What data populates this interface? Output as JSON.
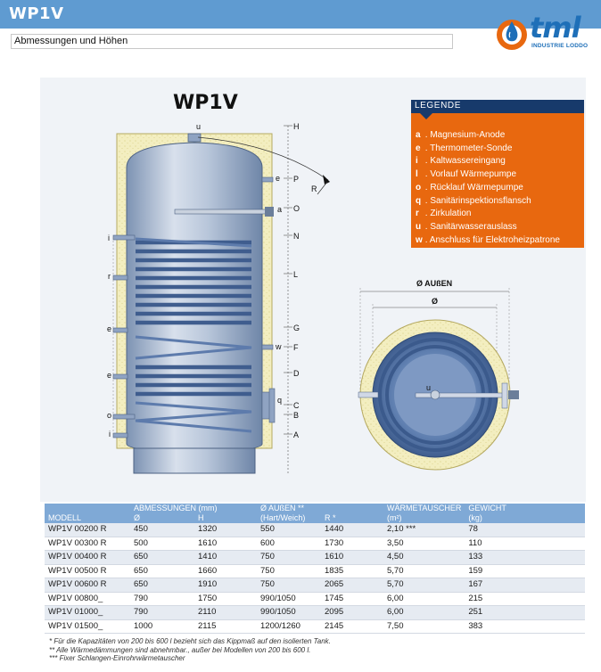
{
  "header": {
    "title": "WP1V",
    "subtitle": "Abmessungen und Höhen"
  },
  "logo": {
    "word": "tml",
    "tagline": "INDUSTRIE LODDO",
    "brand_color": "#1e6fb8",
    "accent_color": "#e8680f"
  },
  "diagram": {
    "title": "WP1V",
    "top_label": "u",
    "left_labels": [
      "i",
      "r",
      "e",
      "e",
      "o",
      "i"
    ],
    "right_port_labels": [
      "e",
      "a",
      "w",
      "q"
    ],
    "dim_labels": [
      "H",
      "P",
      "O",
      "N",
      "L",
      "G",
      "F",
      "D",
      "C",
      "B",
      "A"
    ],
    "arc_label": "R",
    "top_view": {
      "outer_label": "Ø AUßEN",
      "inner_label": "Ø",
      "center_label": "u"
    }
  },
  "legend": {
    "title": "LEGENDE",
    "items": [
      {
        "key": "a",
        "text": "Magnesium-Anode"
      },
      {
        "key": "e",
        "text": "Thermometer-Sonde"
      },
      {
        "key": "i",
        "text": "Kaltwassereingang"
      },
      {
        "key": "l",
        "text": "Vorlauf Wärmepumpe"
      },
      {
        "key": "o",
        "text": "Rücklauf Wärmepumpe"
      },
      {
        "key": "q",
        "text": "Sanitärinspektionsflansch"
      },
      {
        "key": "r",
        "text": "Zirkulation"
      },
      {
        "key": "u",
        "text": "Sanitärwasserauslass"
      },
      {
        "key": "w",
        "text": "Anschluss für Elektroheizpatrone"
      }
    ]
  },
  "table": {
    "group_headers": [
      "",
      "ABMESSUNGEN (mm)",
      "",
      "Ø AUßEN **",
      "",
      "WÄRMETAUSCHER",
      "GEWICHT"
    ],
    "sub_headers": [
      "MODELL",
      "Ø",
      "H",
      "(Hart/Weich)",
      "R *",
      "(m²)",
      "(kg)"
    ],
    "rows": [
      [
        "WP1V 00200 R",
        "450",
        "1320",
        "550",
        "1440",
        "2,10 ***",
        "78"
      ],
      [
        "WP1V 00300 R",
        "500",
        "1610",
        "600",
        "1730",
        "3,50",
        "110"
      ],
      [
        "WP1V 00400 R",
        "650",
        "1410",
        "750",
        "1610",
        "4,50",
        "133"
      ],
      [
        "WP1V 00500 R",
        "650",
        "1660",
        "750",
        "1835",
        "5,70",
        "159"
      ],
      [
        "WP1V 00600 R",
        "650",
        "1910",
        "750",
        "2065",
        "5,70",
        "167"
      ],
      [
        "WP1V 00800_",
        "790",
        "1750",
        "990/1050",
        "1745",
        "6,00",
        "215"
      ],
      [
        "WP1V 01000_",
        "790",
        "2110",
        "990/1050",
        "2095",
        "6,00",
        "251"
      ],
      [
        "WP1V 01500_",
        "1000",
        "2115",
        "1200/1260",
        "2145",
        "7,50",
        "383"
      ]
    ]
  },
  "notes": [
    "* Für die Kapazitäten von 200 bis 600 l bezieht sich das Kippmaß auf den isolierten Tank.",
    "** Alle Wärmedämmungen sind abnehmbar., außer bei Modellen von 200 bis 600 l.",
    "*** Fixer Schlangen-Einrohrwärmetauscher"
  ]
}
